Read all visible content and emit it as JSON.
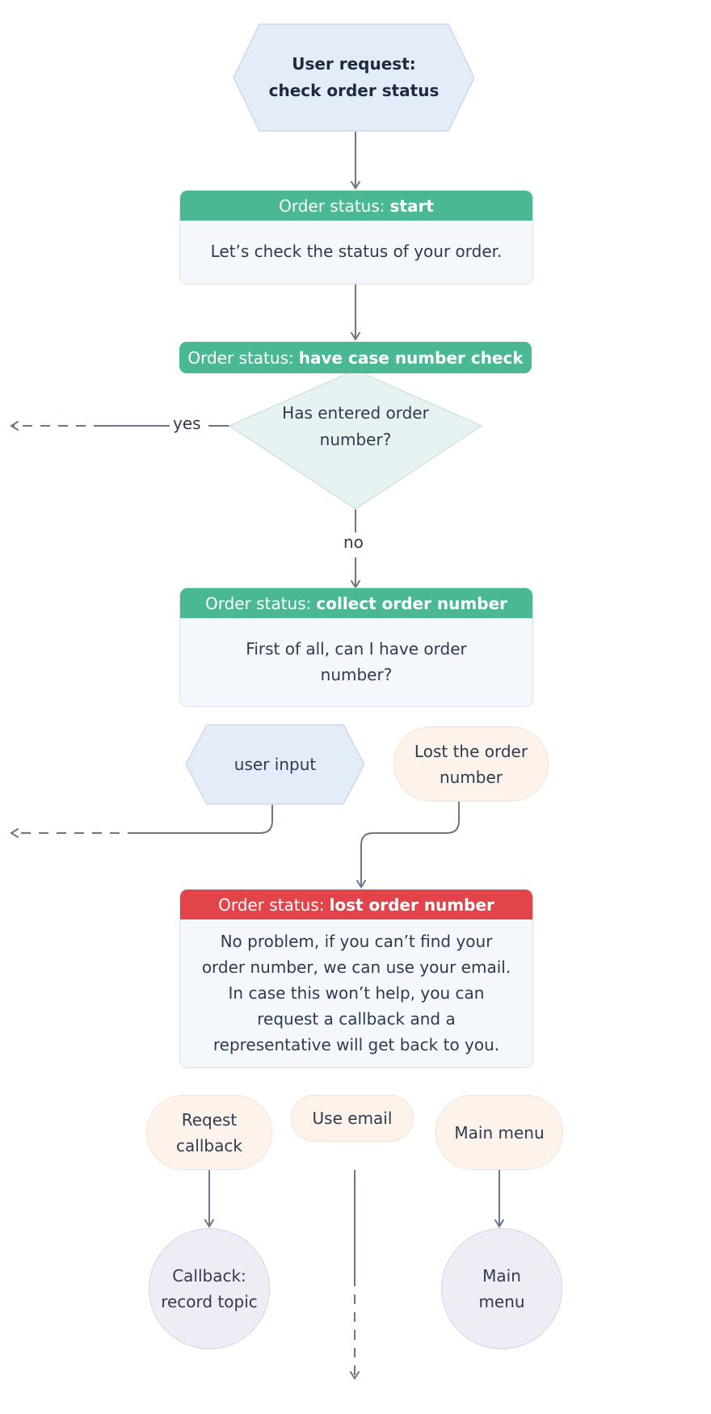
{
  "start": {
    "line1": "User request:",
    "line2": "check order status"
  },
  "start_card": {
    "prefix": "Order status:",
    "name": "start",
    "body": "Let’s check the status of your order."
  },
  "check": {
    "prefix": "Order status:",
    "name": "have case number check",
    "question": "Has entered order number?",
    "yes_label": "yes",
    "no_label": "no"
  },
  "collect_card": {
    "prefix": "Order status:",
    "name": "collect order number",
    "body": "First of all, can I have order number?"
  },
  "user_input": "user input",
  "lost_option": "Lost the order number",
  "lost_card": {
    "prefix": "Order status:",
    "name": "lost order number",
    "body": "No problem, if you can’t find your order number,  we can use your email. In case this won’t help, you can request a callback and a representative will get back to you."
  },
  "options": {
    "callback": "Reqest callback",
    "email": "Use email",
    "main_menu": "Main menu"
  },
  "endpoints": {
    "callback": "Callback: record topic",
    "main_menu": "Main menu"
  },
  "colors": {
    "accent_green": "#4bb894",
    "accent_red": "#e2444a",
    "connector": "#6b7789",
    "hex_fill": "#e3ecf8",
    "diamond_fill": "#e7f3f2"
  }
}
